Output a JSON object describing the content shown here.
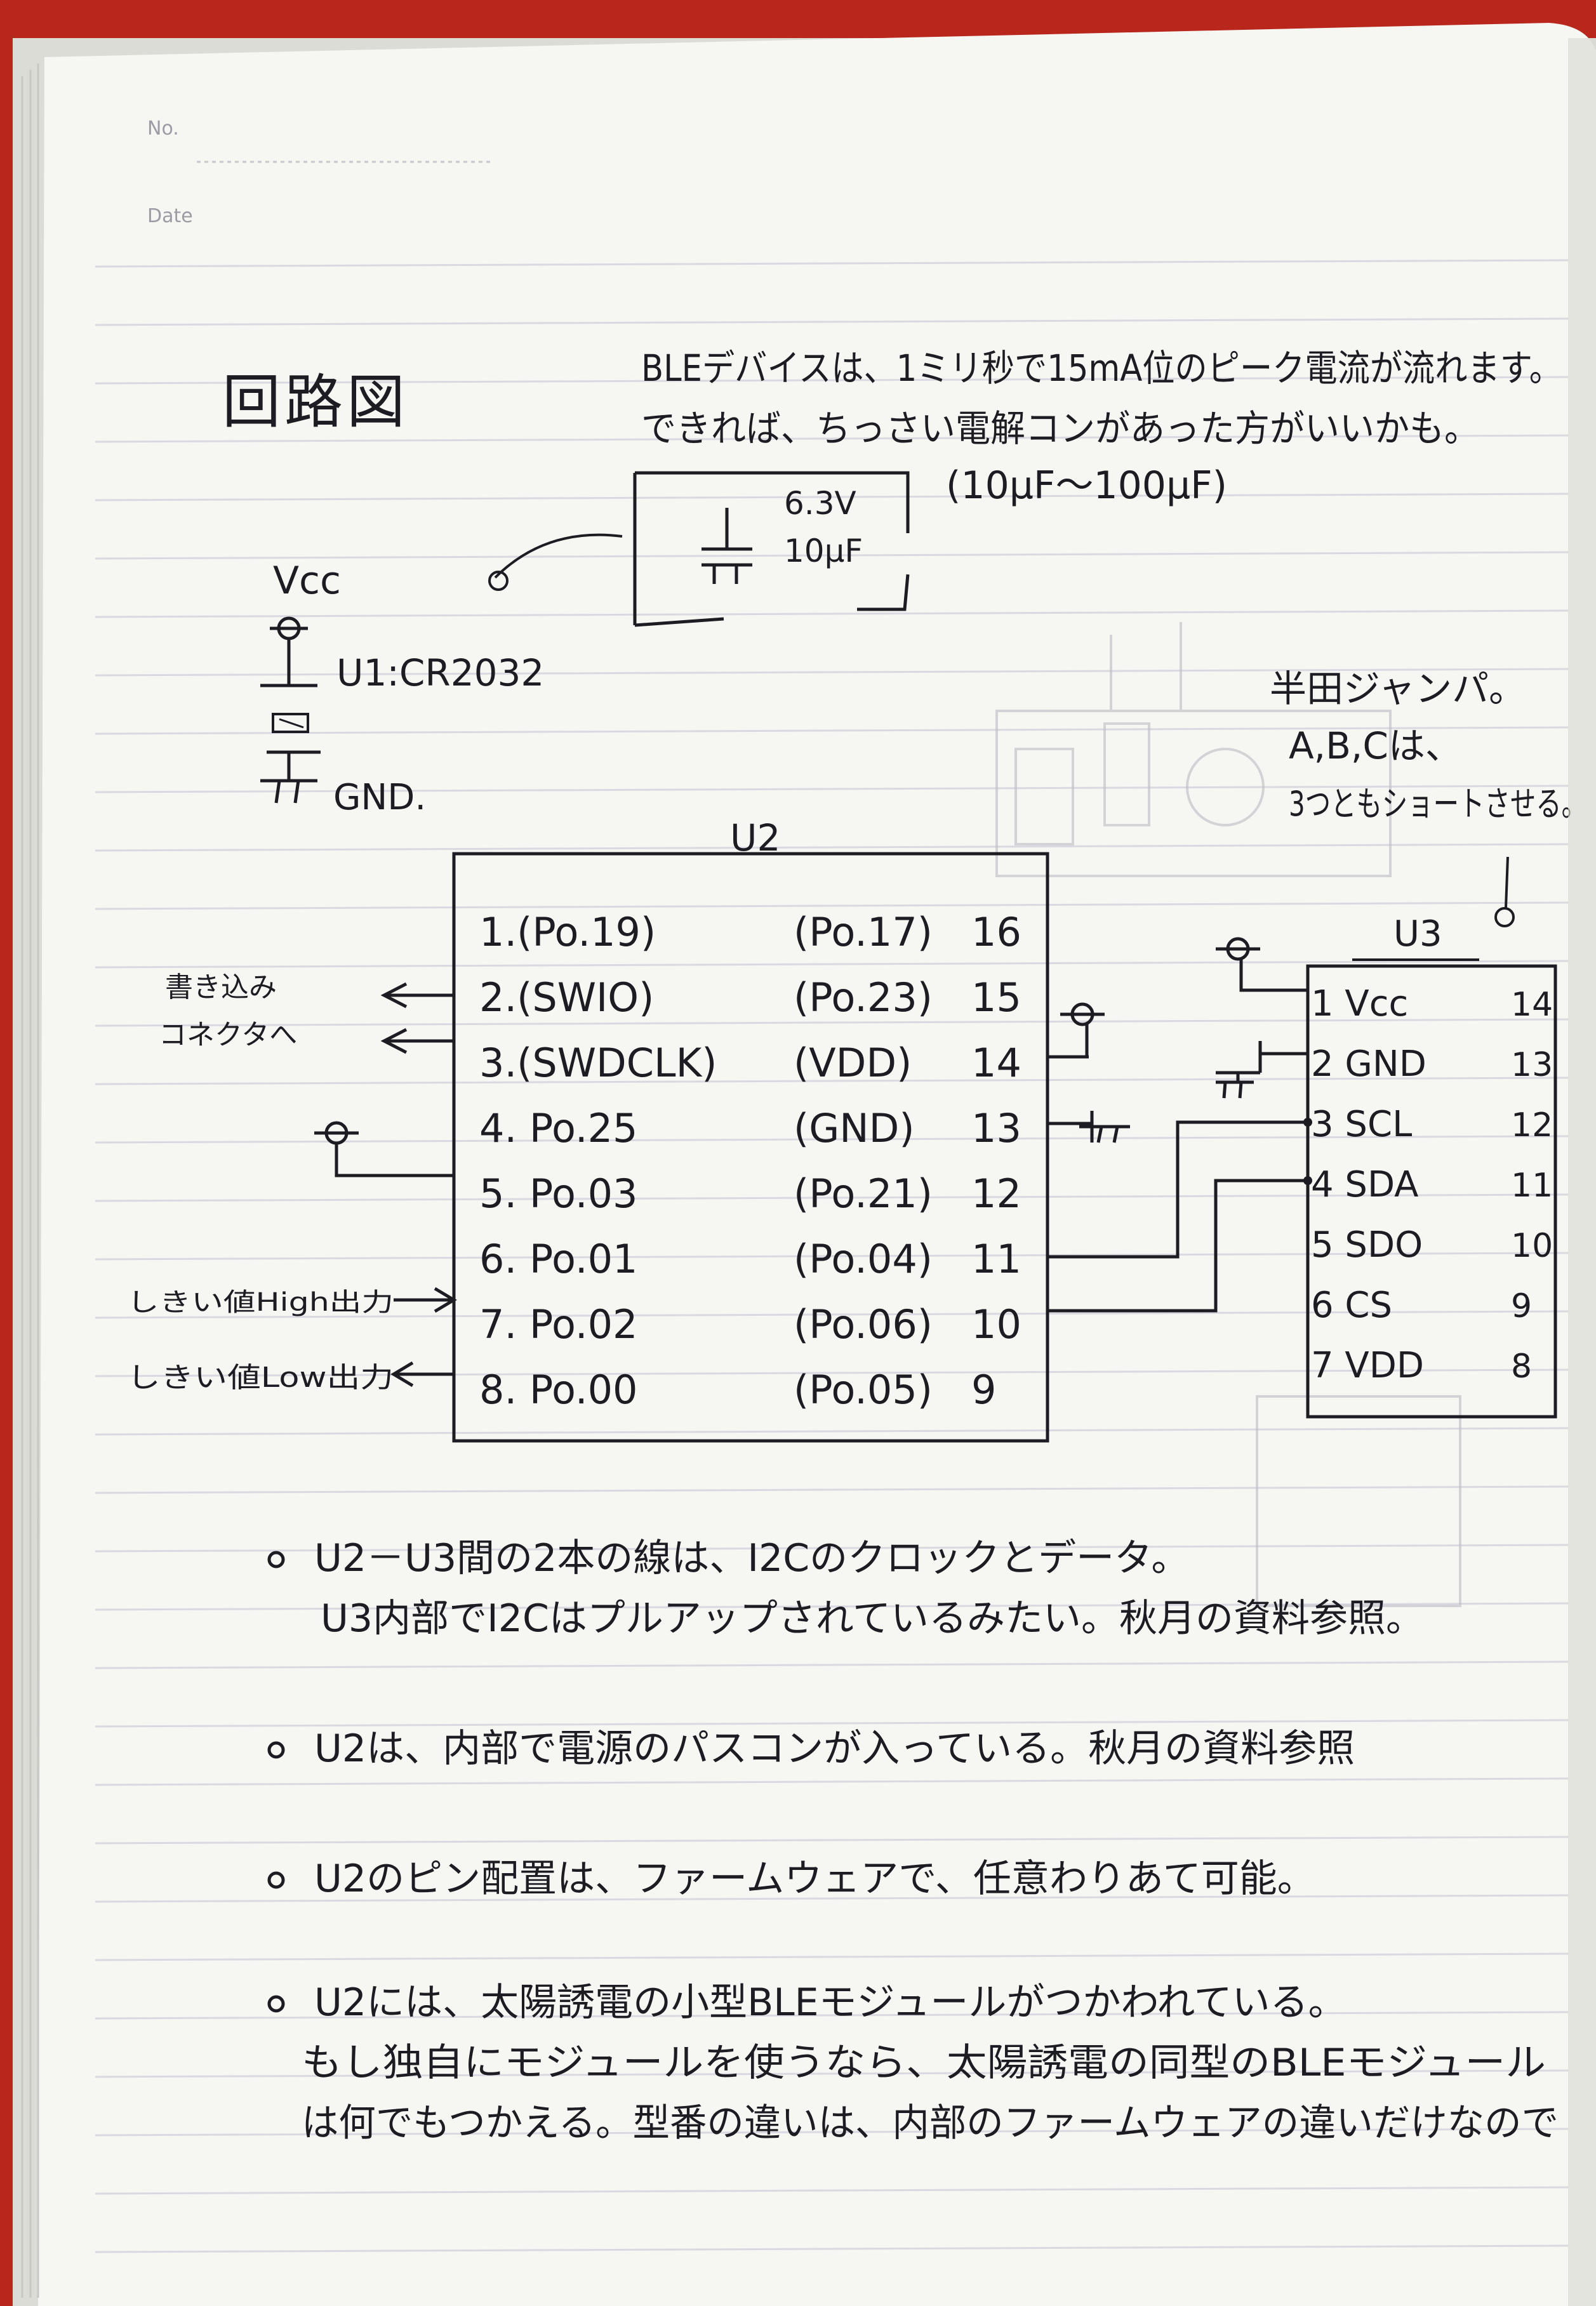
{
  "header": {
    "no_label": "No.",
    "date_label": "Date"
  },
  "title": "回路図",
  "note_top": {
    "line1": "BLEデバイスは、1ミリ秒で15mA位のピーク電流が流れます。",
    "line2": "できれば、ちっさい電解コンがあった方がいいかも。",
    "line3": "(10μF〜100μF)"
  },
  "capacitor": {
    "voltage": "6.3V",
    "capacitance": "10μF"
  },
  "battery": {
    "vcc_label": "Vcc",
    "name": "U1:CR2032",
    "gnd_label": "GND."
  },
  "u2": {
    "label": "U2",
    "left_pins": [
      "1.(Po.19)",
      "2.(SWIO)",
      "3.(SWDCLK)",
      "4. Po.25",
      "5. Po.03",
      "6. Po.01",
      "7. Po.02",
      "8. Po.00"
    ],
    "right_pins": [
      {
        "name": "(Po.17)",
        "num": "16"
      },
      {
        "name": "(Po.23)",
        "num": "15"
      },
      {
        "name": "(VDD)",
        "num": "14"
      },
      {
        "name": "(GND)",
        "num": "13"
      },
      {
        "name": "(Po.21)",
        "num": "12"
      },
      {
        "name": "(Po.04)",
        "num": "11"
      },
      {
        "name": "(Po.06)",
        "num": "10"
      },
      {
        "name": "(Po.05)",
        "num": "9"
      }
    ]
  },
  "left_notes": {
    "swd_note1": "書き込み",
    "swd_note2": "コネクタへ",
    "out_high": "しきい値High出力",
    "out_low": "しきい値Low出力"
  },
  "jumper_note": {
    "line1": "半田ジャンパ。",
    "line2": "A,B,Cは、",
    "line3": "3つともショートさせる。"
  },
  "u3": {
    "label": "U3",
    "left_pins": [
      "1 Vcc",
      "2 GND",
      "3 SCL",
      "4 SDA",
      "5 SDO",
      "6 CS",
      "7 VDD"
    ],
    "right_nums": [
      "14",
      "13",
      "12",
      "11",
      "10",
      "9",
      "8"
    ]
  },
  "bullets": [
    {
      "line1": "U2－U3間の2本の線は、I2Cのクロックとデータ。",
      "line2": "U3内部でI2Cはプルアップされているみたい。秋月の資料参照。"
    },
    {
      "line1": "U2は、内部で電源のパスコンが入っている。秋月の資料参照"
    },
    {
      "line1": "U2のピン配置は、ファームウェアで、任意わりあて可能。"
    },
    {
      "line1": "U2には、太陽誘電の小型BLEモジュールがつかわれている。",
      "line2": "もし独自にモジュールを使うなら、太陽誘電の同型のBLEモジュール",
      "line3": "は何でもつかえる。型番の違いは、内部のファームウェアの違いだけなので"
    }
  ]
}
